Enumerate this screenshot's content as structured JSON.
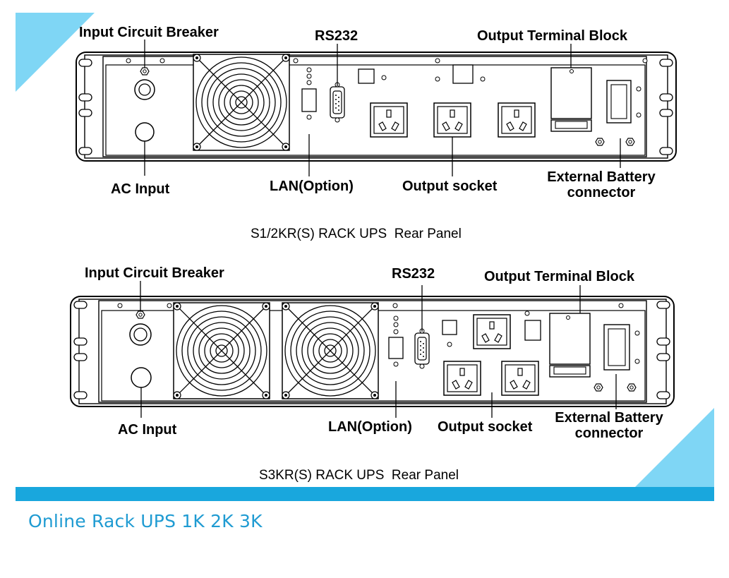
{
  "panel1": {
    "labels": {
      "input_breaker": "Input Circuit Breaker",
      "rs232": "RS232",
      "output_terminal": "Output Terminal Block",
      "ac_input": "AC Input",
      "lan": "LAN(Option)",
      "output_socket": "Output socket",
      "ext_battery_line1": "External Battery",
      "ext_battery_line2": "connector"
    },
    "caption": "S1/2KR(S) RACK UPS  Rear Panel"
  },
  "panel2": {
    "labels": {
      "input_breaker": "Input Circuit Breaker",
      "rs232": "RS232",
      "output_terminal": "Output Terminal Block",
      "ac_input": "AC Input",
      "lan": "LAN(Option)",
      "output_socket": "Output socket",
      "ext_battery_line1": "External Battery",
      "ext_battery_line2": "connector"
    },
    "caption": "S3KR(S) RACK UPS  Rear Panel"
  },
  "footer": {
    "title": "Online Rack UPS 1K 2K 3K"
  },
  "colors": {
    "accent": "#19a7dd",
    "accent_light": "#7fd6f5",
    "title_text": "#1f9bd2"
  }
}
